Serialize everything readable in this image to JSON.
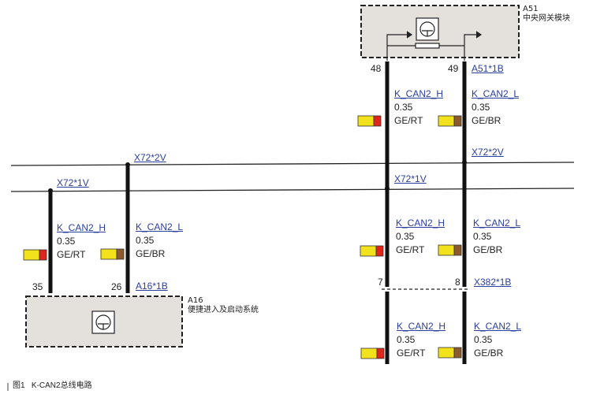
{
  "modules": {
    "a51": {
      "code": "A51",
      "name": "中央网关模块"
    },
    "a16": {
      "code": "A16",
      "name": "便捷进入及启动系统"
    }
  },
  "pins": {
    "a51_h": "48",
    "a51_l": "49",
    "a16_h": "35",
    "a16_l": "26",
    "x382_h": "7",
    "x382_l": "8"
  },
  "connectors": {
    "a51_conn": "A51*1B",
    "x72_2v_left": "X72*2V",
    "x72_2v_right": "X72*2V",
    "x72_1v_left": "X72*1V",
    "x72_1v_right": "X72*1V",
    "a16_conn": "A16*1B",
    "x382": "X382*1B"
  },
  "wire_spec": {
    "h_name": "K_CAN2_H",
    "l_name": "K_CAN2_L",
    "size": "0.35",
    "h_color": "GE/RT",
    "l_color": "GE/BR"
  },
  "colors": {
    "ge": "#f2e21b",
    "rt": "#e0261c",
    "br": "#8c5a2b",
    "link": "#2b3f9e",
    "module_fill": "#e4e1dc"
  },
  "caption": {
    "figure": "图1",
    "title": "K-CAN2总线电路"
  }
}
